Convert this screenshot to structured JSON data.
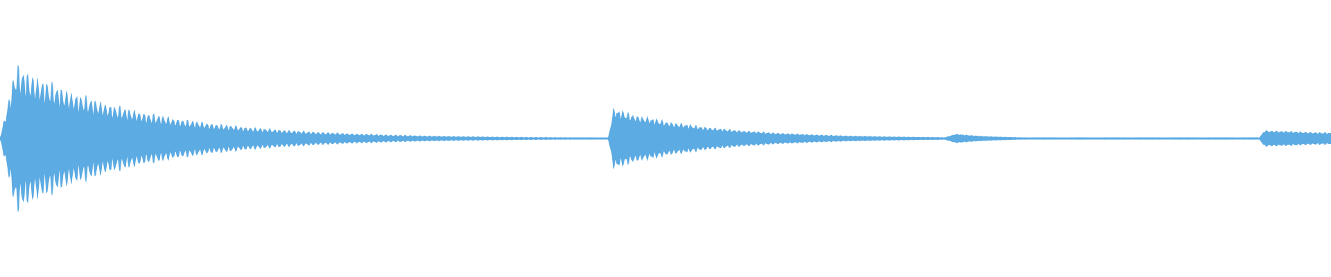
{
  "waveform": {
    "color": "#5dabe3",
    "background": "#ffffff",
    "duration_fraction_shown": 1.0,
    "events": [
      {
        "onset": 0.0,
        "peak": 0.98,
        "decay": 0.28,
        "attack": 0.012,
        "ripple": 0.35
      },
      {
        "onset": 0.457,
        "peak": 0.4,
        "decay": 0.22,
        "attack": 0.004,
        "ripple": 0.25
      },
      {
        "onset": 0.708,
        "peak": 0.06,
        "decay": 0.09,
        "attack": 0.01,
        "ripple": 0.15
      },
      {
        "onset": 0.946,
        "peak": 0.11,
        "decay": 0.4,
        "attack": 0.004,
        "ripple": 0.2
      }
    ],
    "floor_amplitude": 0.01
  }
}
